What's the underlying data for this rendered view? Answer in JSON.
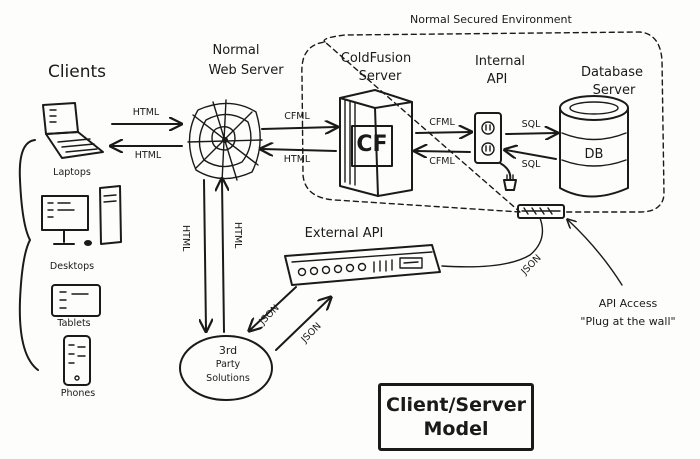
{
  "environment_label": "Normal Secured Environment",
  "nodes": {
    "clients": "Clients",
    "laptops": "Laptops",
    "desktops": "Desktops",
    "tablets": "Tablets",
    "phones": "Phones",
    "web_server_line1": "Normal",
    "web_server_line2": "Web Server",
    "coldfusion_line1": "ColdFusion",
    "coldfusion_line2": "Server",
    "cf_logo": "CF",
    "internal_api_line1": "Internal",
    "internal_api_line2": "API",
    "database_line1": "Database",
    "database_line2": "Server",
    "db_label": "DB",
    "external_api": "External API",
    "third_party_line1": "3rd",
    "third_party_line2": "Party",
    "third_party_line3": "Solutions",
    "api_access_line1": "API Access",
    "api_access_line2": "\"Plug at the wall\""
  },
  "edges": {
    "clients_to_web": "HTML",
    "web_to_clients": "HTML",
    "web_to_cf": "CFML",
    "cf_to_web": "HTML",
    "cf_to_api": "CFML",
    "api_to_cf": "CFML",
    "api_to_db": "SQL",
    "db_to_api": "SQL",
    "web_to_third_party": "HTML",
    "third_party_to_web": "HTML",
    "plug_to_external": "JSON",
    "external_to_third_party": "JSON",
    "third_party_to_external": "JSON"
  },
  "title": {
    "line1": "Client/Server",
    "line2": "Model"
  }
}
